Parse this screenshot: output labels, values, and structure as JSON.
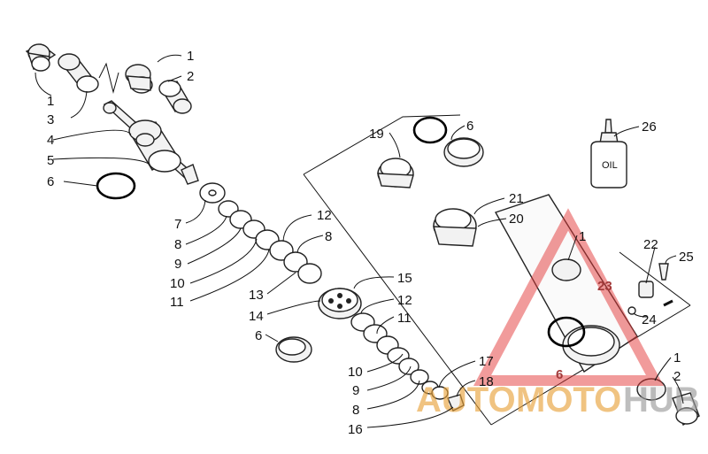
{
  "labels": {
    "c1a": "1",
    "c2a": "2",
    "c1b": "1",
    "c3": "3",
    "c4": "4",
    "c5": "5",
    "c6a": "6",
    "c7": "7",
    "c8a": "8",
    "c9a": "9",
    "c10a": "10",
    "c11a": "11",
    "c12a": "12",
    "c8b": "8",
    "c13": "13",
    "c14": "14",
    "c15": "15",
    "c12b": "12",
    "c11b": "11",
    "c6b": "6",
    "c10b": "10",
    "c9b": "9",
    "c8c": "8",
    "c16": "16",
    "c17": "17",
    "c18": "18",
    "c19": "19",
    "c6c": "6",
    "c21": "21",
    "c20": "20",
    "c26": "26",
    "c1c": "1",
    "c22": "22",
    "c25": "25",
    "c23": "23",
    "c24": "24",
    "c6d": "6",
    "c1d": "1",
    "c2b": "2"
  },
  "oil_bottle_text": "OIL",
  "watermark": {
    "part1": "AUTO",
    "part2": "MOTO",
    "part3": "HUB",
    "color_primary": "#e8a23a",
    "color_secondary": "#9a9a9a",
    "triangle_color": "#e33b3b"
  }
}
